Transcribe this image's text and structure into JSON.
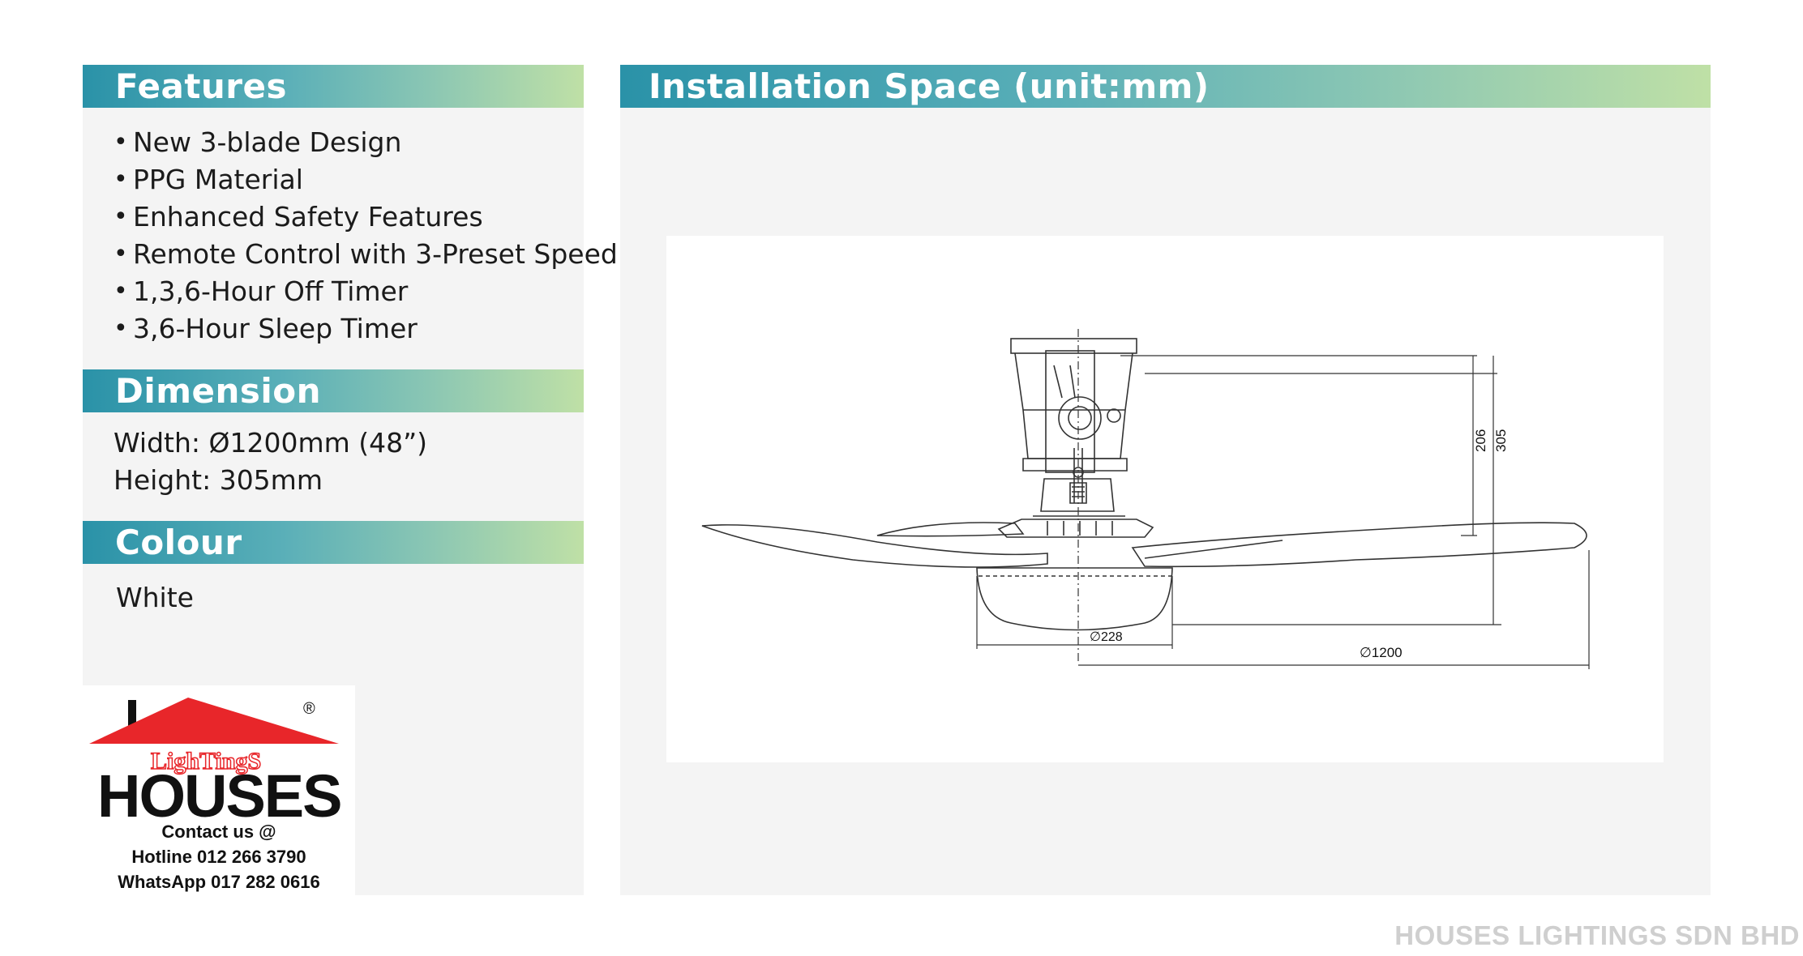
{
  "features": {
    "title": "Features",
    "items": [
      "New 3-blade Design",
      "PPG Material",
      "Enhanced Safety Features",
      "Remote Control with 3-Preset Speed",
      "1,3,6-Hour Off Timer",
      "3,6-Hour Sleep Timer"
    ]
  },
  "dimension": {
    "title": "Dimension",
    "width": "Width: Ø1200mm (48”)",
    "height": "Height: 305mm"
  },
  "colour": {
    "title": "Colour",
    "value": "White"
  },
  "installation": {
    "title": "Installation Space (unit:mm)",
    "dim_206": "206",
    "dim_305": "305",
    "dim_228": "∅228",
    "dim_1200": "∅1200"
  },
  "logo": {
    "word_top": "LighTingS",
    "word_main": "HOUSES",
    "registered": "®",
    "contact": "Contact us @",
    "hotline": "Hotline 012 266 3790",
    "whatsapp": "WhatsApp 017 282 0616"
  },
  "footer": {
    "company": "HOUSES LIGHTINGS SDN BHD"
  },
  "colors": {
    "header_start": "#2a92a8",
    "header_end": "#bfe0a6",
    "logo_roof": "#e8262a",
    "footer_text": "#cfcfcf"
  }
}
